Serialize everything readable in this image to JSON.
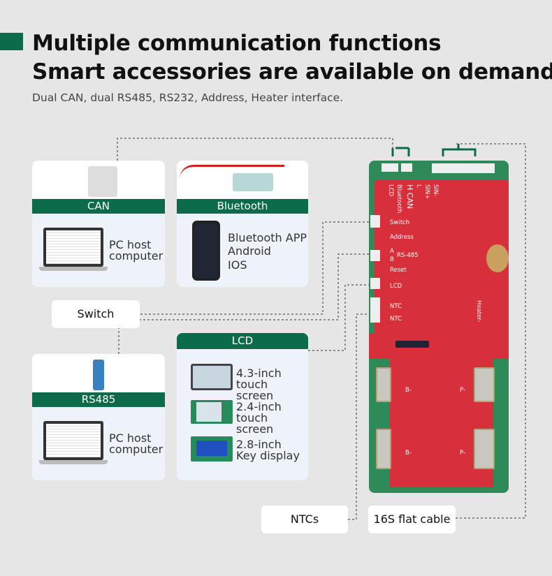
{
  "header": {
    "title_line1": "Multiple communication functions",
    "title_line2": "Smart accessories are available on demand",
    "subtitle": "Dual CAN, dual RS485, RS232, Address, Heater interface."
  },
  "cards": {
    "can": {
      "label": "CAN",
      "pc_text1": "PC host",
      "pc_text2": "computer"
    },
    "bluetooth": {
      "label": "Bluetooth",
      "app_line1": "Bluetooth APP",
      "app_line2": "Android",
      "app_line3": "IOS"
    },
    "rs485": {
      "label": "RS485",
      "pc_text1": "PC host",
      "pc_text2": "computer"
    },
    "lcd": {
      "label": "LCD",
      "items": [
        {
          "line1": "4.3-inch",
          "line2": "touch screen"
        },
        {
          "line1": "2.4-inch",
          "line2": "touch screen"
        },
        {
          "line1": "2.8-inch",
          "line2": "Key display"
        }
      ]
    }
  },
  "boxes": {
    "switch": "Switch",
    "ntcs": "NTCs",
    "flat_cable": "16S flat cable"
  },
  "board": {
    "top_labels": [
      "Bluetooth",
      "LCD",
      "H  CAN",
      "L",
      "SIN-",
      "SIN+"
    ],
    "side_labels": [
      "Switch",
      "Address",
      "A",
      "B",
      "RS-485",
      "Reset",
      "LCD",
      "NTC",
      "NTC"
    ],
    "heater": "Heater-",
    "b_minus": "B-",
    "p_minus": "P-"
  },
  "colors": {
    "brand_green": "#0b6b4a",
    "board_red": "#d8303a",
    "background": "#e6e6e6"
  }
}
